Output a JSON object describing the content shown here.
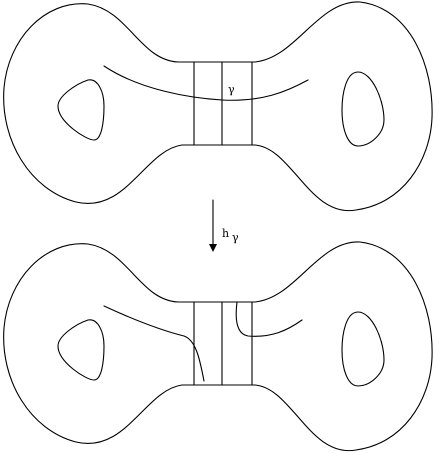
{
  "figure": {
    "top_label": "γ",
    "map_label_h": "h",
    "map_label_sub": "γ"
  }
}
